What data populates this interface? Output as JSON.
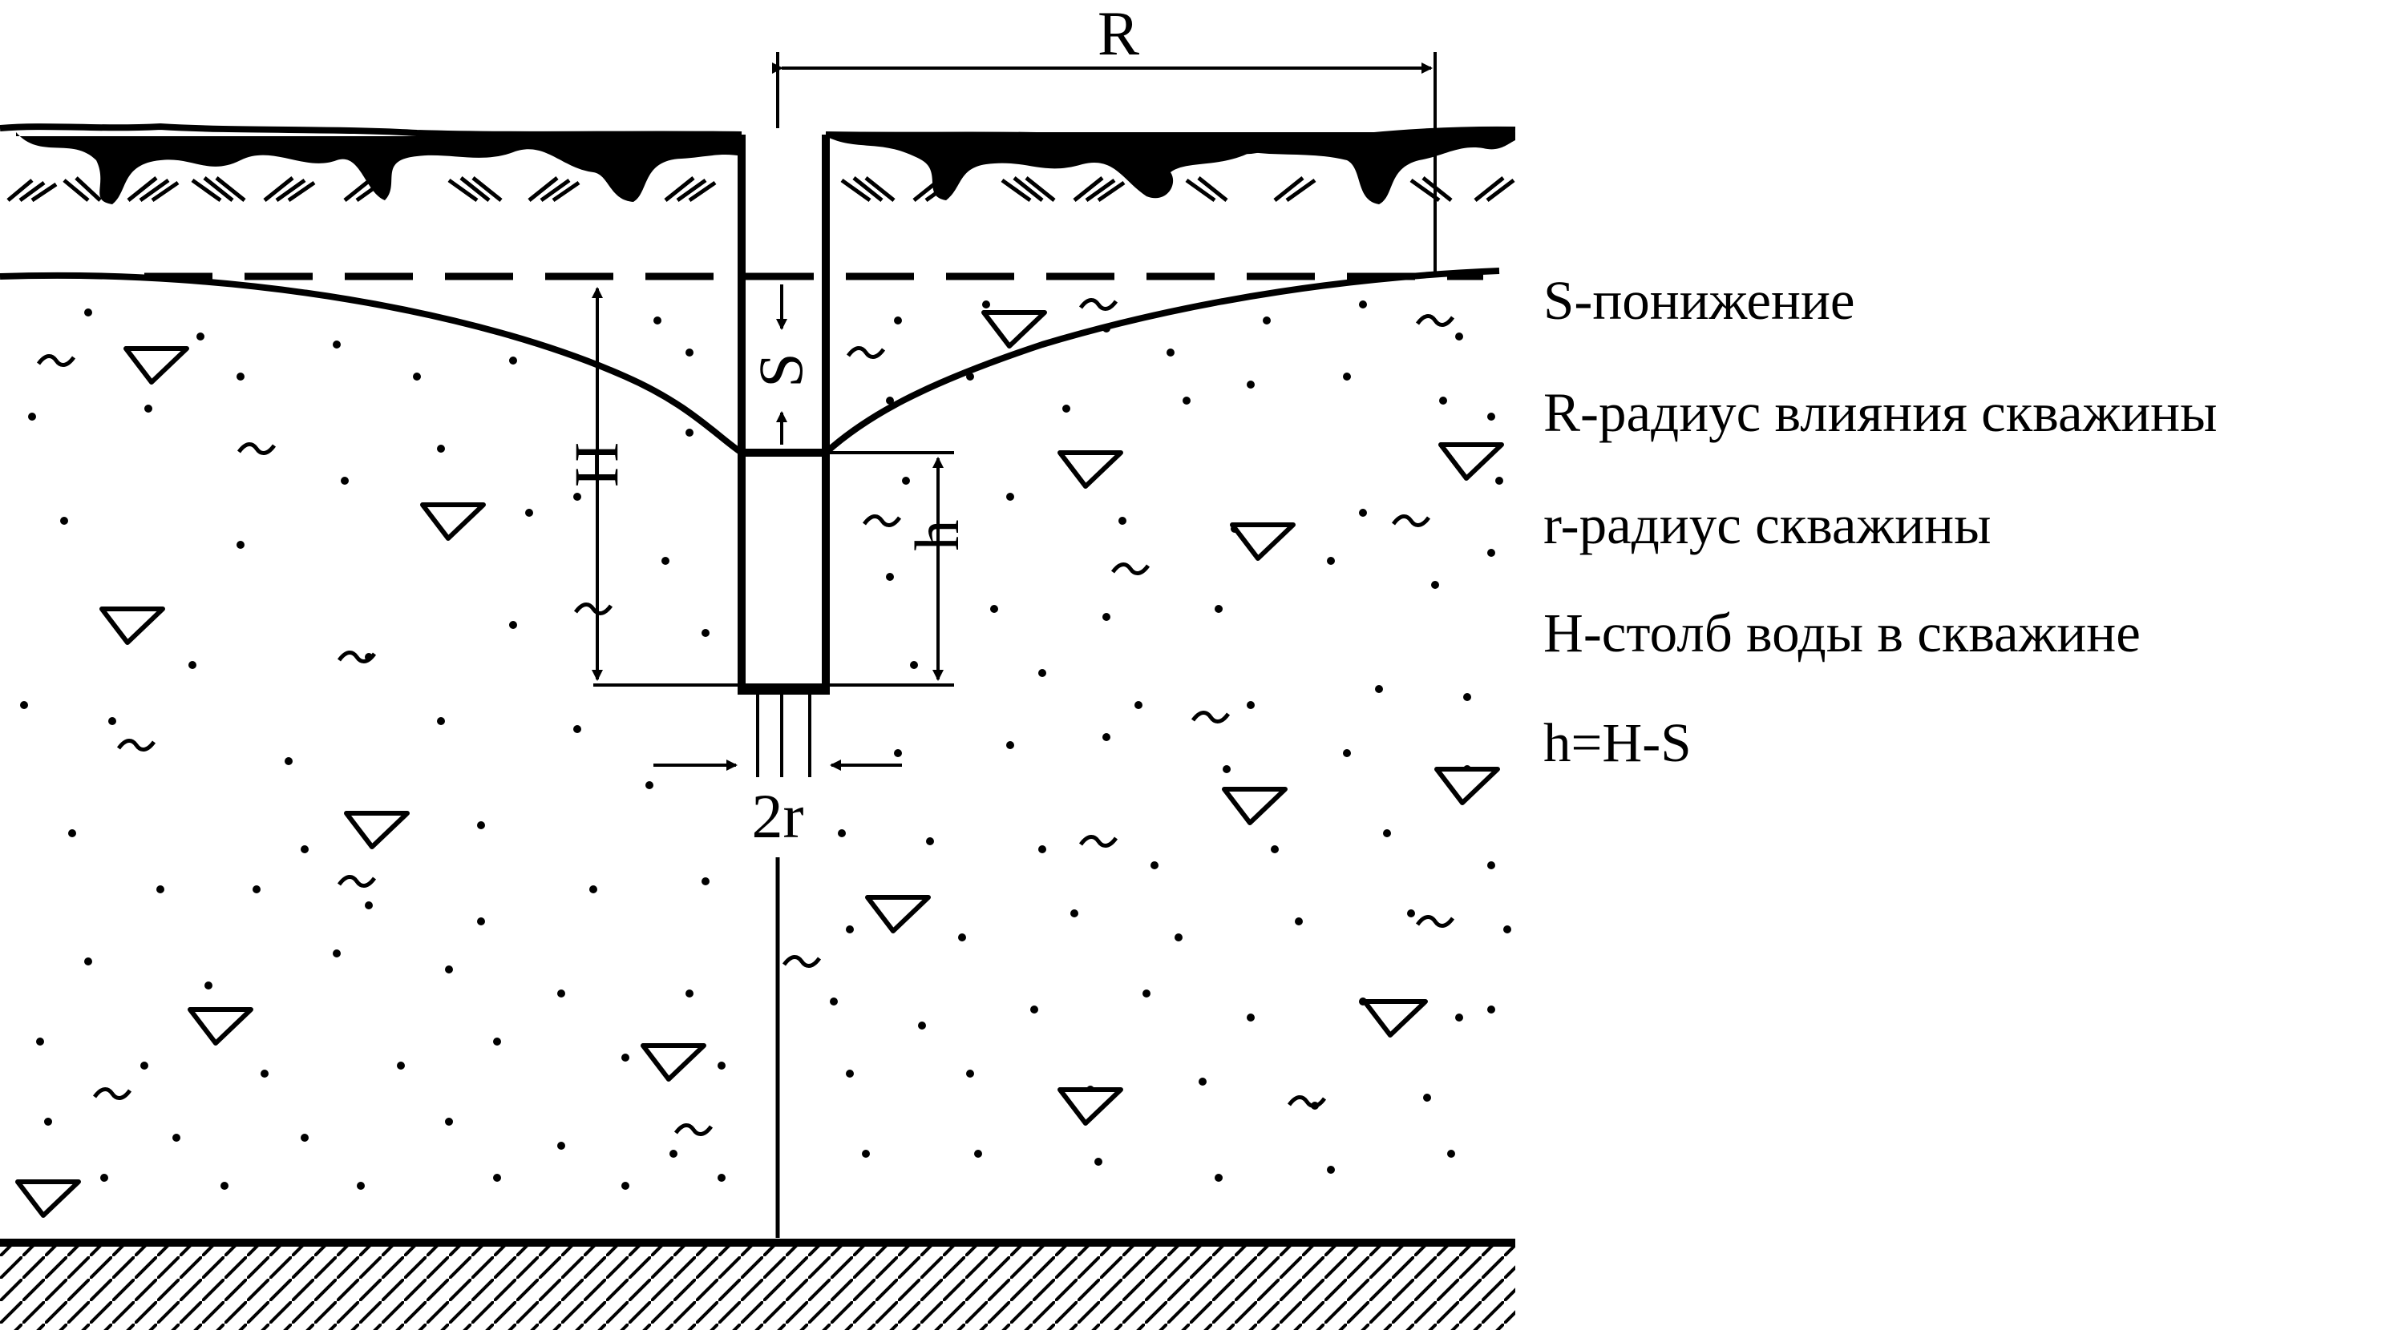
{
  "labels": {
    "R": "R",
    "S": "S",
    "H": "H",
    "h": "h",
    "two_r": "2r"
  },
  "legend": [
    "S-понижение",
    "R-радиус влияния скважины",
    "r-радиус скважины",
    "H-столб воды в скважине",
    "h=H-S"
  ],
  "colors": {
    "ink": "#000000",
    "paper": "#ffffff"
  }
}
